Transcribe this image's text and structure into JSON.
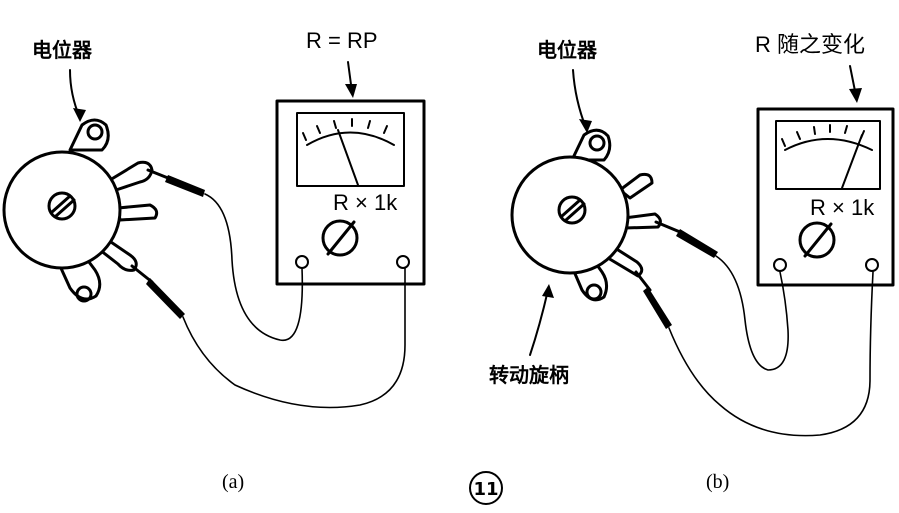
{
  "figure": {
    "panel_a": {
      "potentiometer_label": "电位器",
      "meter_reading_label": "R = RP",
      "range_label": "R × 1k",
      "caption": "(a)"
    },
    "panel_b": {
      "potentiometer_label": "电位器",
      "meter_reading_label": "R 随之变化",
      "range_label": "R × 1k",
      "shaft_label": "转动旋柄",
      "caption": "(b)"
    },
    "figure_number": "11"
  }
}
